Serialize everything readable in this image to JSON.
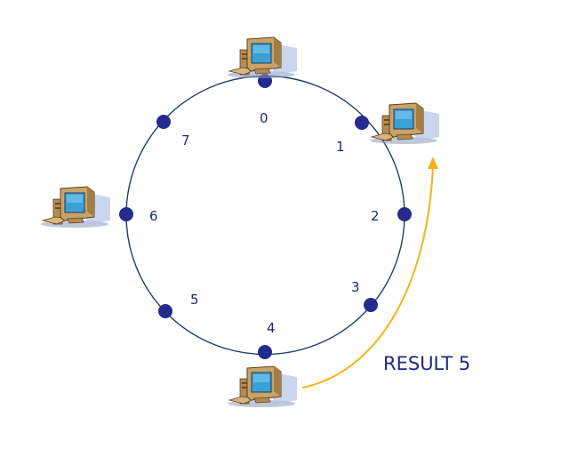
{
  "ring": {
    "node_labels": [
      "0",
      "1",
      "2",
      "3",
      "4",
      "5",
      "6",
      "7"
    ]
  },
  "result": {
    "label": "RESULT 5"
  },
  "colors": {
    "ring": "#1d3f6e",
    "node": "#242b8c",
    "label": "#1f2a7a",
    "arrow": "#f4b21b",
    "computer_case": "#c9a268",
    "computer_screen": "#3aa0d8"
  },
  "icons": [
    "computer-icon"
  ]
}
